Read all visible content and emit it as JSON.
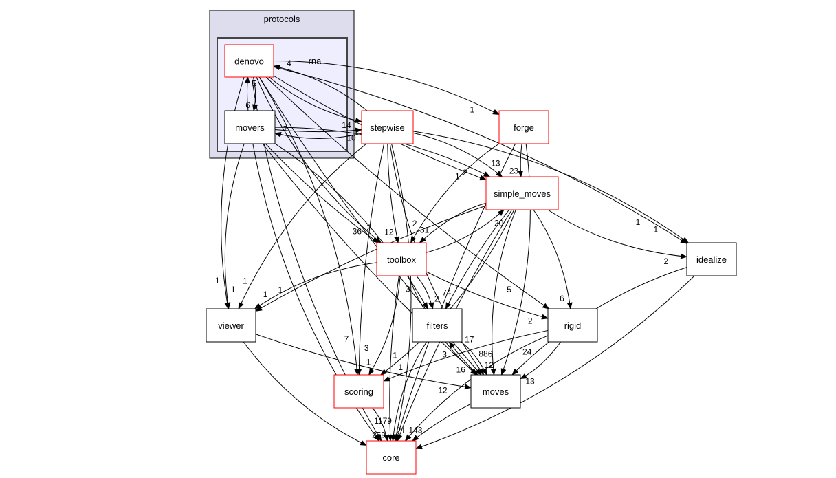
{
  "clusters": {
    "protocols": {
      "label": "protocols",
      "fill": "#ddddee"
    },
    "rna": {
      "label": "rna",
      "fill": "#eeeeff"
    }
  },
  "nodes": [
    {
      "id": "denovo",
      "label": "denovo",
      "border": "#ff0000"
    },
    {
      "id": "movers",
      "label": "movers",
      "border": "#000000"
    },
    {
      "id": "stepwise",
      "label": "stepwise",
      "border": "#ff0000"
    },
    {
      "id": "forge",
      "label": "forge",
      "border": "#ff0000"
    },
    {
      "id": "simple_moves",
      "label": "simple_moves",
      "border": "#ff0000"
    },
    {
      "id": "toolbox",
      "label": "toolbox",
      "border": "#ff0000"
    },
    {
      "id": "idealize",
      "label": "idealize",
      "border": "#000000"
    },
    {
      "id": "viewer",
      "label": "viewer",
      "border": "#000000"
    },
    {
      "id": "filters",
      "label": "filters",
      "border": "#000000"
    },
    {
      "id": "rigid",
      "label": "rigid",
      "border": "#000000"
    },
    {
      "id": "scoring",
      "label": "scoring",
      "border": "#ff0000"
    },
    {
      "id": "moves",
      "label": "moves",
      "border": "#000000"
    },
    {
      "id": "core",
      "label": "core",
      "border": "#ff0000"
    }
  ],
  "edges": [
    {
      "from": "denovo",
      "to": "movers",
      "label": "6"
    },
    {
      "from": "movers",
      "to": "denovo",
      "label": "5"
    },
    {
      "from": "denovo",
      "to": "stepwise",
      "label": "14"
    },
    {
      "from": "stepwise",
      "to": "denovo",
      "label": "4"
    },
    {
      "from": "movers",
      "to": "stepwise",
      "label": "10"
    },
    {
      "from": "stepwise",
      "to": "movers",
      "label": "7"
    },
    {
      "from": "denovo",
      "to": "forge",
      "label": "1"
    },
    {
      "from": "denovo",
      "to": "simple_moves",
      "label": "1"
    },
    {
      "from": "denovo",
      "to": "toolbox",
      "label": "36"
    },
    {
      "from": "denovo",
      "to": "idealize",
      "label": "1"
    },
    {
      "from": "denovo",
      "to": "rigid",
      "label": "5"
    },
    {
      "from": "denovo",
      "to": "viewer",
      "label": "1"
    },
    {
      "from": "denovo",
      "to": "scoring",
      "label": "7"
    },
    {
      "from": "denovo",
      "to": "moves",
      "label": ""
    },
    {
      "from": "denovo",
      "to": "core",
      "label": ""
    },
    {
      "from": "movers",
      "to": "simple_moves",
      "label": "2"
    },
    {
      "from": "movers",
      "to": "toolbox",
      "label": "2"
    },
    {
      "from": "movers",
      "to": "viewer",
      "label": "1"
    },
    {
      "from": "movers",
      "to": "filters",
      "label": "3"
    },
    {
      "from": "movers",
      "to": "moves",
      "label": "3"
    },
    {
      "from": "movers",
      "to": "core",
      "label": ""
    },
    {
      "from": "stepwise",
      "to": "simple_moves",
      "label": "13"
    },
    {
      "from": "stepwise",
      "to": "toolbox",
      "label": "12"
    },
    {
      "from": "stepwise",
      "to": "viewer",
      "label": "1"
    },
    {
      "from": "stepwise",
      "to": "idealize",
      "label": "1"
    },
    {
      "from": "stepwise",
      "to": "scoring",
      "label": "3"
    },
    {
      "from": "stepwise",
      "to": "moves",
      "label": ""
    },
    {
      "from": "stepwise",
      "to": "core",
      "label": ""
    },
    {
      "from": "forge",
      "to": "simple_moves",
      "label": "23"
    },
    {
      "from": "forge",
      "to": "toolbox",
      "label": "2"
    },
    {
      "from": "forge",
      "to": "moves",
      "label": ""
    },
    {
      "from": "forge",
      "to": "core",
      "label": ""
    },
    {
      "from": "simple_moves",
      "to": "toolbox",
      "label": "31"
    },
    {
      "from": "toolbox",
      "to": "simple_moves",
      "label": "20"
    },
    {
      "from": "simple_moves",
      "to": "viewer",
      "label": "1"
    },
    {
      "from": "simple_moves",
      "to": "idealize",
      "label": "2"
    },
    {
      "from": "simple_moves",
      "to": "rigid",
      "label": "6"
    },
    {
      "from": "simple_moves",
      "to": "filters",
      "label": "74"
    },
    {
      "from": "simple_moves",
      "to": "moves",
      "label": "886"
    },
    {
      "from": "simple_moves",
      "to": "scoring",
      "label": "1"
    },
    {
      "from": "simple_moves",
      "to": "core",
      "label": ""
    },
    {
      "from": "toolbox",
      "to": "viewer",
      "label": "1"
    },
    {
      "from": "toolbox",
      "to": "filters",
      "label": "2"
    },
    {
      "from": "toolbox",
      "to": "rigid",
      "label": "2"
    },
    {
      "from": "toolbox",
      "to": "moves",
      "label": "16"
    },
    {
      "from": "toolbox",
      "to": "scoring",
      "label": "1"
    },
    {
      "from": "toolbox",
      "to": "core",
      "label": "1179"
    },
    {
      "from": "idealize",
      "to": "moves",
      "label": "24"
    },
    {
      "from": "idealize",
      "to": "core",
      "label": ""
    },
    {
      "from": "viewer",
      "to": "moves",
      "label": "12"
    },
    {
      "from": "viewer",
      "to": "core",
      "label": ""
    },
    {
      "from": "filters",
      "to": "moves",
      "label": "12"
    },
    {
      "from": "moves",
      "to": "filters",
      "label": "17"
    },
    {
      "from": "filters",
      "to": "core",
      "label": "21"
    },
    {
      "from": "rigid",
      "to": "moves",
      "label": "13"
    },
    {
      "from": "rigid",
      "to": "scoring",
      "label": "1"
    },
    {
      "from": "rigid",
      "to": "core",
      "label": ""
    },
    {
      "from": "scoring",
      "to": "core",
      "label": "259"
    },
    {
      "from": "moves",
      "to": "core",
      "label": "143"
    }
  ]
}
